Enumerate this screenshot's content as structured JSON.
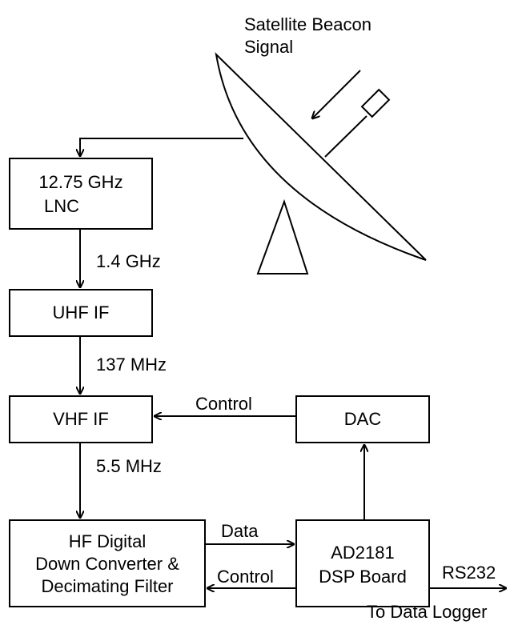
{
  "antenna": {
    "label_line1": "Satellite Beacon",
    "label_line2": "Signal"
  },
  "blocks": {
    "lnc": {
      "line1": "12.75 GHz",
      "line2": "LNC"
    },
    "uhf": {
      "label": "UHF IF"
    },
    "vhf": {
      "label": "VHF IF"
    },
    "dac": {
      "label": "DAC"
    },
    "hf": {
      "line1": "HF Digital",
      "line2": "Down Converter &",
      "line3": "Decimating Filter"
    },
    "dsp": {
      "line1": "AD2181",
      "line2": "DSP Board"
    }
  },
  "signals": {
    "lnc_to_uhf": "1.4 GHz",
    "uhf_to_vhf": "137 MHz",
    "vhf_to_hf": "5.5 MHz",
    "dac_to_vhf": "Control",
    "hf_to_dsp": "Data",
    "dsp_to_hf": "Control",
    "dsp_out": "RS232",
    "dsp_out_dest": "To Data Logger"
  }
}
